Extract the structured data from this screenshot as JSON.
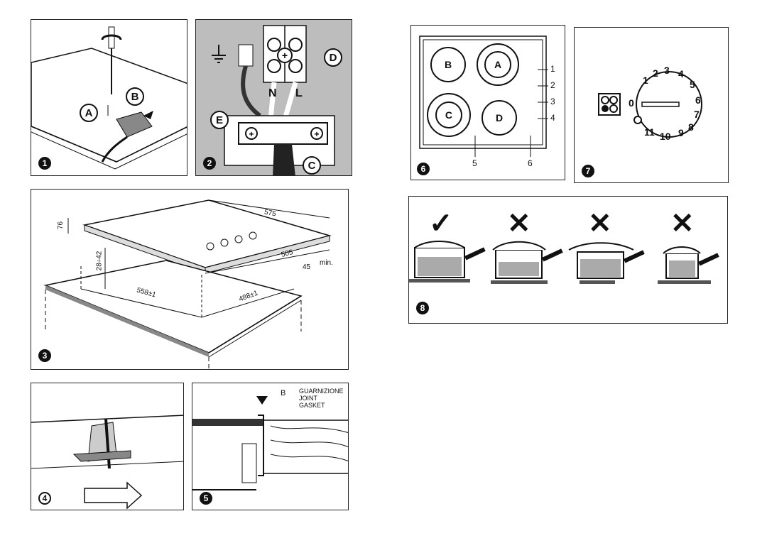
{
  "figures": {
    "f1": {
      "num": "1",
      "labels": {
        "a": "A",
        "b": "B"
      }
    },
    "f2": {
      "num": "2",
      "labels": {
        "d": "D",
        "e": "E",
        "c": "C",
        "n": "N",
        "l": "L"
      },
      "background": "#bdbdbd"
    },
    "f3": {
      "num": "3",
      "dims": {
        "d575": "575",
        "d505": "505",
        "d76": "76",
        "d28": "28÷42",
        "d558": "558±1",
        "d488": "488±1",
        "d45": "45",
        "dmin": "min."
      }
    },
    "f4": {
      "num": "4"
    },
    "f5": {
      "num": "5",
      "b_label": "B",
      "gasket": [
        "GUARNIZIONE",
        "JOINT",
        "GASKET"
      ]
    },
    "f6": {
      "num": "6",
      "zones": {
        "a": "A",
        "b": "B",
        "c": "C",
        "d": "D"
      },
      "knobs": [
        "1",
        "2",
        "3",
        "4"
      ],
      "lights": [
        "5",
        "6"
      ]
    },
    "f7": {
      "num": "7",
      "dial": [
        "0",
        "1",
        "2",
        "3",
        "4",
        "5",
        "6",
        "7",
        "8",
        "9",
        "10",
        "11"
      ]
    },
    "f8": {
      "num": "8",
      "marks": [
        "✓",
        "✕",
        "✕",
        "✕"
      ]
    }
  }
}
